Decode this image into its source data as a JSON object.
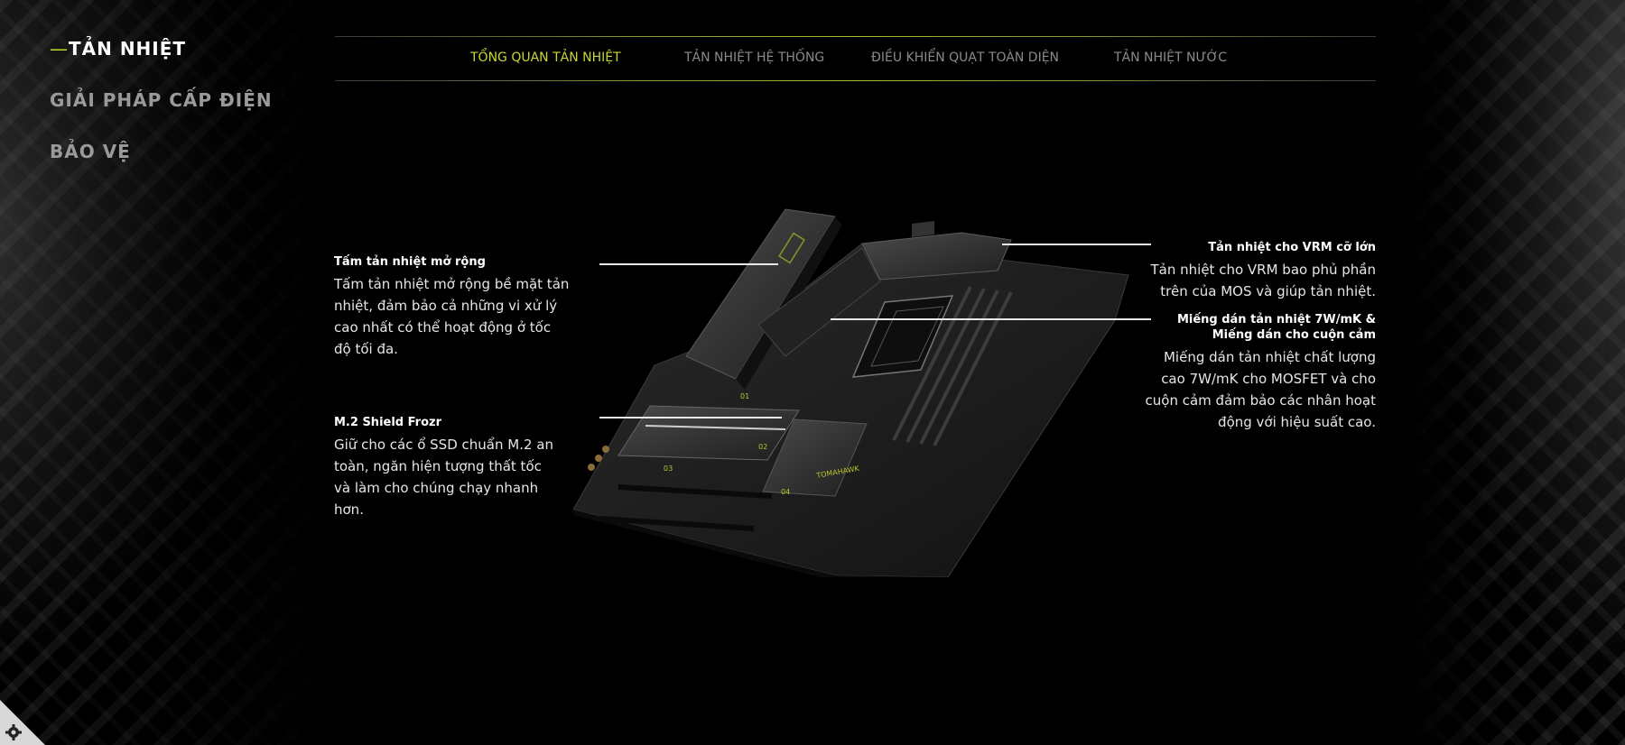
{
  "colors": {
    "accent": "#c8d630",
    "background": "#000000",
    "muted_text": "#8a8a8a"
  },
  "side_nav": {
    "items": [
      {
        "label": "TẢN NHIỆT",
        "active": true
      },
      {
        "label": "GIẢI PHÁP CẤP ĐIỆN",
        "active": false
      },
      {
        "label": "BẢO VỆ",
        "active": false
      }
    ]
  },
  "tabs": [
    {
      "label": "TỔNG QUAN TẢN NHIỆT",
      "active": true
    },
    {
      "label": "TẢN NHIỆT HỆ THỐNG",
      "active": false
    },
    {
      "label": "ĐIỀU KHIỂN QUẠT TOÀN DIỆN",
      "active": false
    },
    {
      "label": "TẢN NHIỆT NƯỚC",
      "active": false
    }
  ],
  "callouts": {
    "heatsink_ext": {
      "title": "Tấm tản nhiệt mở rộng",
      "desc": "Tấm tản nhiệt mở rộng bề mặt tản nhiệt, đảm bảo cả những vi xử lý cao nhất có thể hoạt động ở tốc độ tối đa."
    },
    "m2_shield": {
      "title": "M.2 Shield Frozr",
      "desc": "Giữ cho các ổ SSD chuẩn M.2 an toàn, ngăn hiện tượng thất tốc và làm cho chúng chạy nhanh hơn."
    },
    "vrm": {
      "title": "Tản nhiệt cho VRM cỡ lớn",
      "desc": "Tản nhiệt cho VRM bao phủ phần trên của MOS và giúp tản nhiệt."
    },
    "thermal_pad": {
      "title_line1": "Miếng dán tản nhiệt 7W/mK &",
      "title_line2": "Miếng dán cho cuộn cảm",
      "desc": "Miếng dán tản nhiệt chất lượng cao 7W/mK cho MOSFET và cho cuộn cảm đảm bảo các nhân hoạt động với hiệu suất cao."
    }
  },
  "icons": {
    "corner": "gear-icon"
  }
}
